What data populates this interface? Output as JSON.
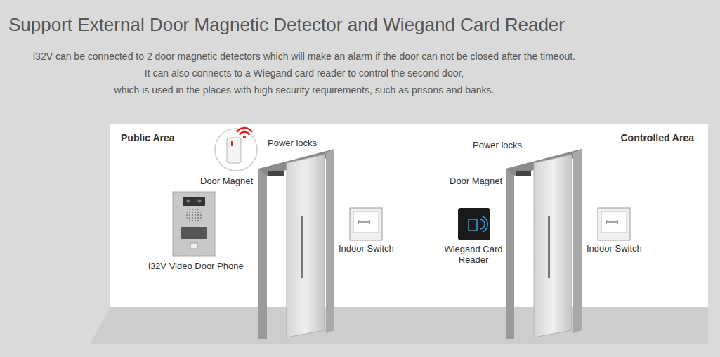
{
  "diagram": {
    "title": "Support External Door Magnetic Detector and Wiegand Card Reader",
    "labels": [
      "i32V can be connected to 2 door magnetic detectors which will make an alarm if the door can not be closed after the timeout.",
      "It can also connects to a Wiegand card reader to control the second door,",
      "which is used in the places with high security requirements, such as prisons and banks.",
      "Public Area",
      "Power locks",
      "Door Magnet",
      "i32V Video Door Phone",
      "Indoor Switch",
      "Power locks",
      "Door Magnet",
      "Wiegand Card Reader",
      "Indoor Switch",
      "Controlled Area"
    ]
  }
}
